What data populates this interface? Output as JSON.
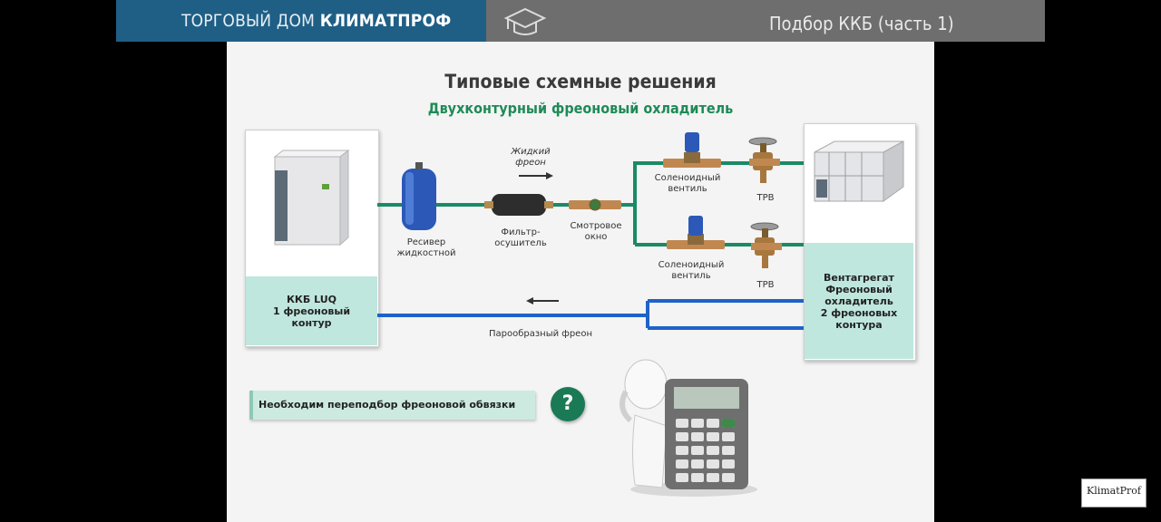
{
  "header": {
    "brand_prefix": "ТОРГОВЫЙ ДОМ ",
    "brand_name": "КЛИМАТПРОФ",
    "title": "Подбор ККБ (часть 1)",
    "left_color": "#1f5f86",
    "right_color": "#6e6e6e"
  },
  "slide": {
    "title": "Типовые схемные решения",
    "subtitle": "Двухконтурный фреоновый охладитель"
  },
  "diagram": {
    "outdoor_unit_caption": [
      "ККБ LUQ",
      "1 фреоновый",
      "контур"
    ],
    "indoor_unit_caption": [
      "Вентагрегат",
      "Фреоновый",
      "охладитель",
      "2 фреоновых",
      "контура"
    ],
    "liquid_label": [
      "Жидкий",
      "фреон"
    ],
    "vapor_label": "Парообразный фреон",
    "receiver_label": [
      "Ресивер",
      "жидкостной"
    ],
    "filter_label": [
      "Фильтр-",
      "осушитель"
    ],
    "sight_glass_label": [
      "Смотровое",
      "окно"
    ],
    "solenoid_label_1": [
      "Соленоидный",
      "вентиль"
    ],
    "solenoid_label_2": [
      "Соленоидный",
      "вентиль"
    ],
    "trv_label_1": "ТРВ",
    "trv_label_2": "ТРВ",
    "liquid_line_color": "#1a8a66",
    "vapor_line_color": "#1e63c8"
  },
  "note": {
    "text": "Необходим переподбор фреоновой обвязки",
    "question": "?"
  },
  "logo": {
    "text": "KlimatProf"
  }
}
